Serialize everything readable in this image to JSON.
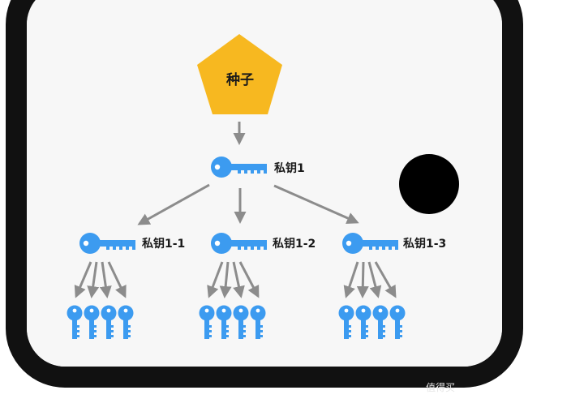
{
  "seed": {
    "label": "种子",
    "color": "#F7B820"
  },
  "root_key": {
    "label": "私钥1"
  },
  "child_keys": [
    {
      "label": "私钥1-1"
    },
    {
      "label": "私钥1-2"
    },
    {
      "label": "私钥1-3"
    }
  ],
  "colors": {
    "key": "#3C9BF0",
    "arrow": "#8C8C8C",
    "frame": "#111111",
    "frame_fill": "#F7F7F7"
  },
  "watermark": "值得买"
}
